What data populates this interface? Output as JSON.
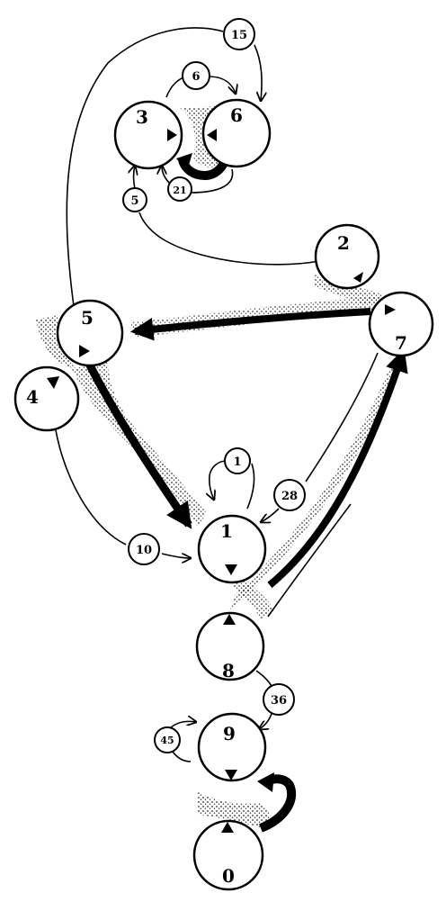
{
  "nodes": [
    {
      "id": "n3",
      "label": "3"
    },
    {
      "id": "n6",
      "label": "6"
    },
    {
      "id": "n2",
      "label": "2"
    },
    {
      "id": "n5",
      "label": "5"
    },
    {
      "id": "n7",
      "label": "7"
    },
    {
      "id": "n4",
      "label": "4"
    },
    {
      "id": "n1",
      "label": "1"
    },
    {
      "id": "n8",
      "label": "8"
    },
    {
      "id": "n9",
      "label": "9"
    },
    {
      "id": "n0",
      "label": "0"
    }
  ],
  "weights": {
    "w15": "15",
    "w6": "6",
    "w21": "21",
    "w5": "5",
    "w1": "1",
    "w28": "28",
    "w10": "10",
    "w36": "36",
    "w45": "45"
  }
}
